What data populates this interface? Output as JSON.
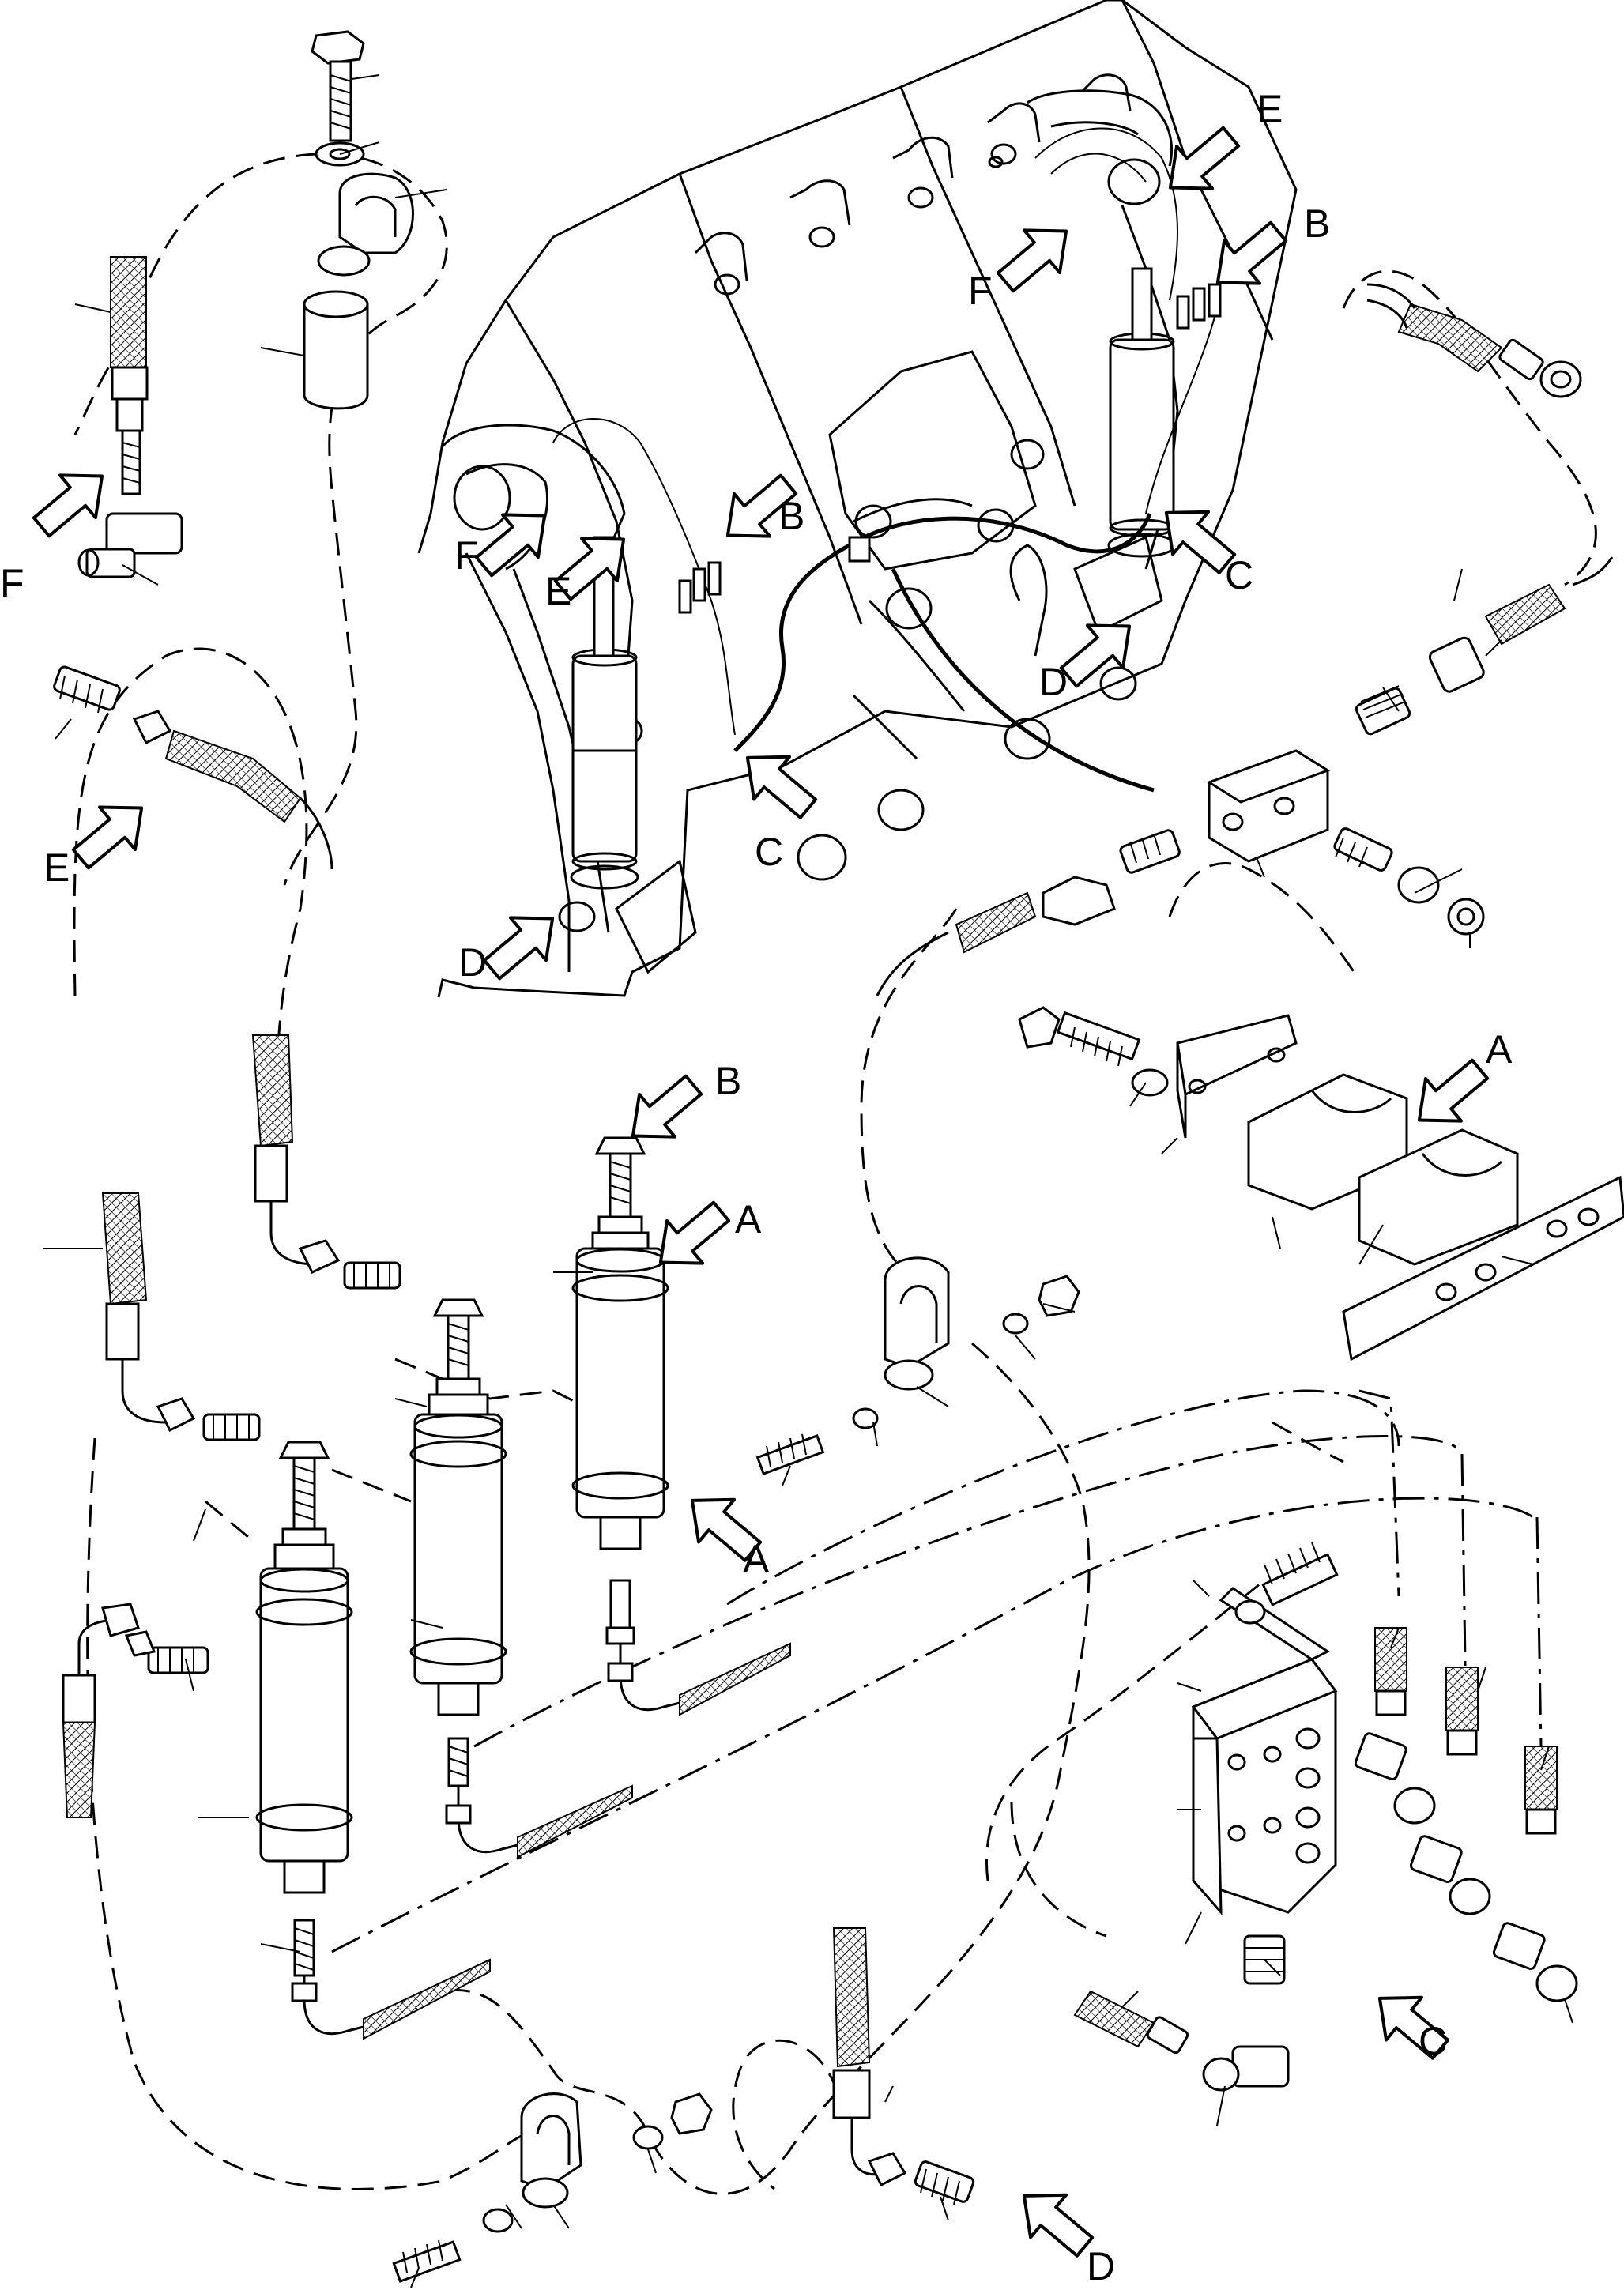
{
  "diagram": {
    "type": "exploded hydraulic parts diagram",
    "callouts": [
      {
        "id": "callout-a-1",
        "text": "A"
      },
      {
        "id": "callout-a-2",
        "text": "A"
      },
      {
        "id": "callout-a-3",
        "text": "A"
      },
      {
        "id": "callout-b-1",
        "text": "B"
      },
      {
        "id": "callout-b-2",
        "text": "B"
      },
      {
        "id": "callout-b-3",
        "text": "B"
      },
      {
        "id": "callout-c-1",
        "text": "C"
      },
      {
        "id": "callout-c-2",
        "text": "C"
      },
      {
        "id": "callout-c-3",
        "text": "C"
      },
      {
        "id": "callout-d-1",
        "text": "D"
      },
      {
        "id": "callout-d-2",
        "text": "D"
      },
      {
        "id": "callout-d-3",
        "text": "D"
      },
      {
        "id": "callout-e-1",
        "text": "E"
      },
      {
        "id": "callout-e-2",
        "text": "E"
      },
      {
        "id": "callout-e-3",
        "text": "E"
      },
      {
        "id": "callout-f-1",
        "text": "F"
      },
      {
        "id": "callout-f-2",
        "text": "F"
      },
      {
        "id": "callout-f-3",
        "text": "F"
      }
    ]
  }
}
